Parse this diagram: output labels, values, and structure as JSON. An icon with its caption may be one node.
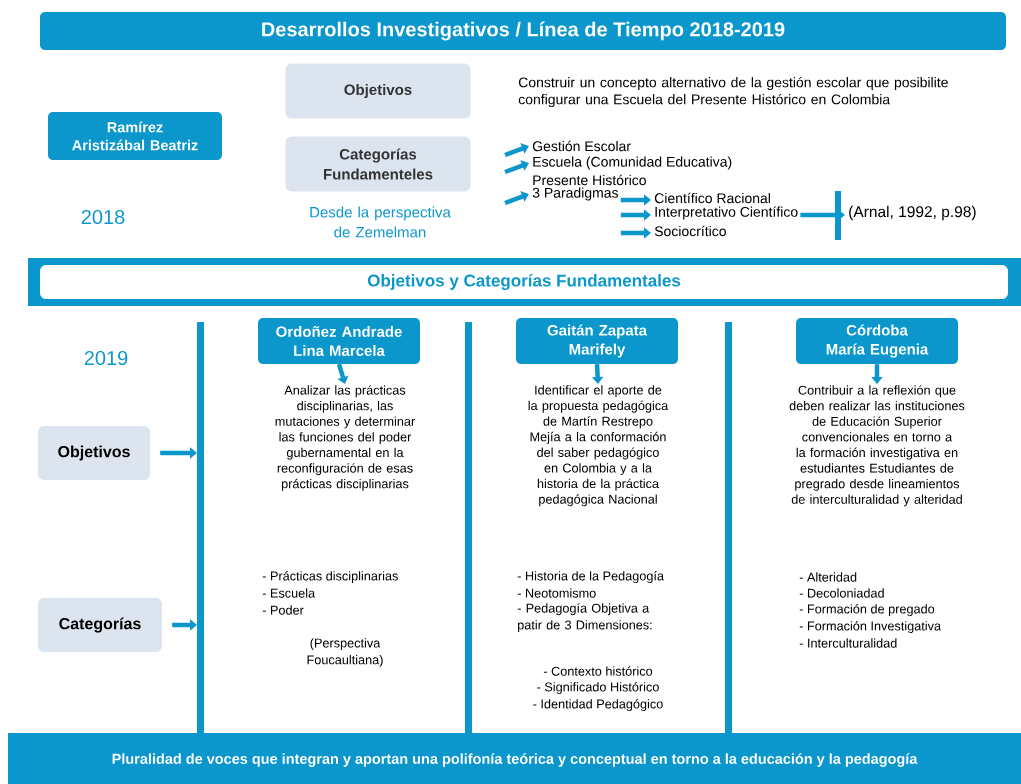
{
  "diagram": {
    "nodes": [
      {
        "text": [
          "Desarrollos Investigativos / Línea de Tiempo 2018-2019"
        ]
      },
      {
        "text": [
          "Ramírez Aristizábal Beatriz"
        ]
      },
      {
        "text": [
          "Objetivos"
        ]
      },
      {
        "text": [
          "Categorías Fundamenteles"
        ],
        "beside": [
          "Desde la perspectiva de Zemelman"
        ]
      },
      {
        "text": [
          "Gestión Escolar"
        ]
      },
      {
        "text": [
          "Escuela (Comunidad Educativa)"
        ]
      },
      {
        "text": [
          "Presente Histórico"
        ]
      },
      {
        "text": [
          "3 Paradigmas"
        ]
      },
      {
        "text": [
          "Científico Racional"
        ]
      },
      {
        "text": [
          "Interpretativo Científico"
        ]
      },
      {
        "text": [
          "Sociocrítico"
        ]
      },
      {
        "text": [
          "(Arnal, 1992, p.98)"
        ]
      },
      {
        "text": [
          "Objetivos y Categorías Fundamentales"
        ]
      },
      {
        "text": [
          "Ordoñez Andrade Lina Marcela"
        ]
      },
      {
        "text": [
          "Analizar las prácticas disciplinarias, las mutaciones y determinar las funciones del poder gubernamental en la reconfiguración de esas prácticas disciplinarias"
        ]
      },
      {
        "text": [
          "Gaitán Zapata Marifely"
        ]
      },
      {
        "text": [
          "Identificar el aporte de la propuesta pedagógica de Martín Restrepo Mejía a la conformación del saber pedagógico en Colombia y a la historia de la práctica pedagógica Nacional"
        ]
      },
      {
        "text": [
          "Córdoba María Eugenia"
        ]
      },
      {
        "text": [
          "Contribuir a la reflexión que deben realizar las instituciones de Educación Superior convencionales en torno a la formación investigativa en estudiantes Estudiantes de pregrado desde lineamientos de interculturalidad y alteridad"
        ]
      },
      {
        "text": [
          "Objetivos"
        ]
      },
      {
        "text": [
          "Categorías"
        ]
      },
      {
        "text": [
          "Pluralidad de voces que integran y aportan una polifonía teórica y conceptual en torno a la educación y la pedagogía"
        ]
      }
    ],
    "edges": [
      {
        "from": null,
        "to": 4,
        "arrow": "to"
      },
      {
        "from": null,
        "to": 5,
        "arrow": "to"
      },
      {
        "from": null,
        "to": 7,
        "arrow": "to"
      },
      {
        "from": 7,
        "to": 8,
        "arrow": "to"
      },
      {
        "from": 7,
        "to": 9,
        "arrow": "to"
      },
      {
        "from": 7,
        "to": 10,
        "arrow": "to"
      },
      {
        "from": 9,
        "to": 11,
        "arrow": "to"
      },
      {
        "from": 13,
        "to": 14,
        "arrow": "to"
      },
      {
        "from": 15,
        "to": 16,
        "arrow": "to"
      },
      {
        "from": 17,
        "to": 18,
        "arrow": "to"
      },
      {
        "from": 19,
        "to": null,
        "arrow": "to"
      },
      {
        "from": 20,
        "to": null,
        "arrow": "to"
      }
    ],
    "labels": [
      "Construir un concepto alternativo de la gestión escolar que posibilite configurar una Escuela del Presente Histórico en Colombia",
      "2018",
      "2019",
      "- Prácticas disciplinarias",
      "- Escuela",
      "- Poder",
      "- Historia de la Pedagogía",
      "- Neotomismo",
      "- Pedagogía Objetiva a patir de 3 Dimensiones:",
      "- Alteridad",
      "- Decoloniadad",
      "- Formación de pregado",
      "- Formación Investigativa",
      "- Interculturalidad",
      "(Perspectiva Foucaultiana)",
      "- Contexto histórico",
      "- Significado Histórico",
      "- Identidad Pedagógico"
    ]
  }
}
